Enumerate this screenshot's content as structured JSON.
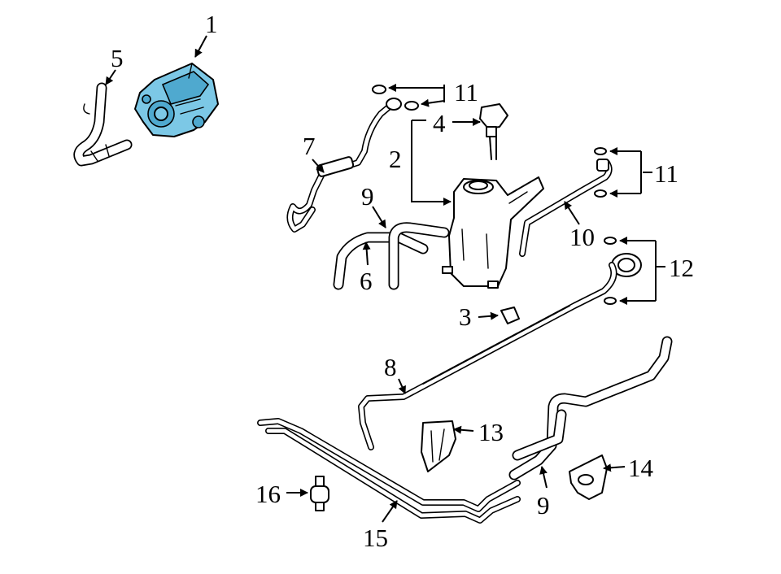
{
  "colors": {
    "highlight": "#7cc8e6",
    "line": "#000000",
    "background": "#ffffff"
  },
  "callouts": {
    "c1": "1",
    "c2": "2",
    "c3": "3",
    "c4": "4",
    "c5": "5",
    "c6": "6",
    "c7": "7",
    "c8": "8",
    "c9a": "9",
    "c9b": "9",
    "c10": "10",
    "c11a": "11",
    "c11b": "11",
    "c12": "12",
    "c13": "13",
    "c14": "14",
    "c15": "15",
    "c16": "16"
  }
}
